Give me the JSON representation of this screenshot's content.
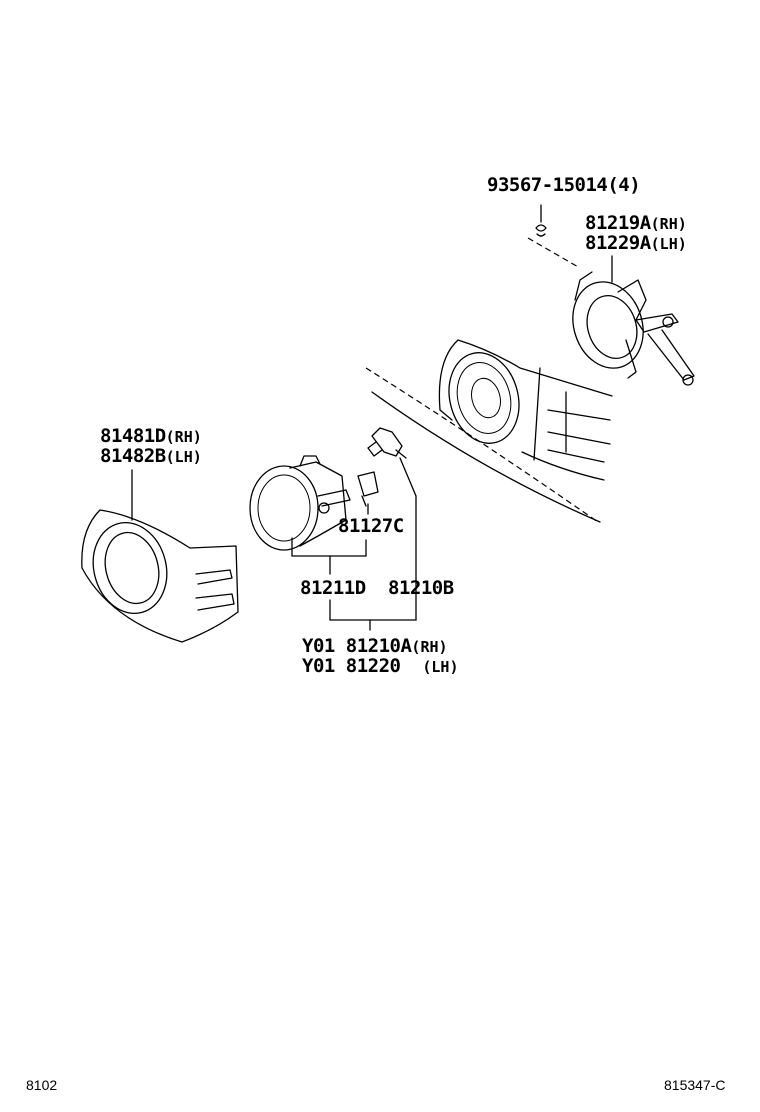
{
  "parts": {
    "screw": {
      "number": "93567-15014",
      "qty": "(4)"
    },
    "bracket_rh": {
      "number": "81219A",
      "side": "(RH)"
    },
    "bracket_lh": {
      "number": "81229A",
      "side": "(LH)"
    },
    "cover_rh": {
      "number": "81481D",
      "side": "(RH)"
    },
    "cover_lh": {
      "number": "81482B",
      "side": "(LH)"
    },
    "socket": {
      "number": "81127C"
    },
    "lamp_unit": {
      "number": "81211D"
    },
    "bulb": {
      "number": "81210B"
    },
    "assy_rh": {
      "prefix": "Y01",
      "number": "81210A",
      "side": "(RH)"
    },
    "assy_lh": {
      "prefix": "Y01",
      "number": "81220",
      "side": "(LH)"
    }
  },
  "footer": {
    "left_code": "8102",
    "right_code": "815347-C"
  }
}
